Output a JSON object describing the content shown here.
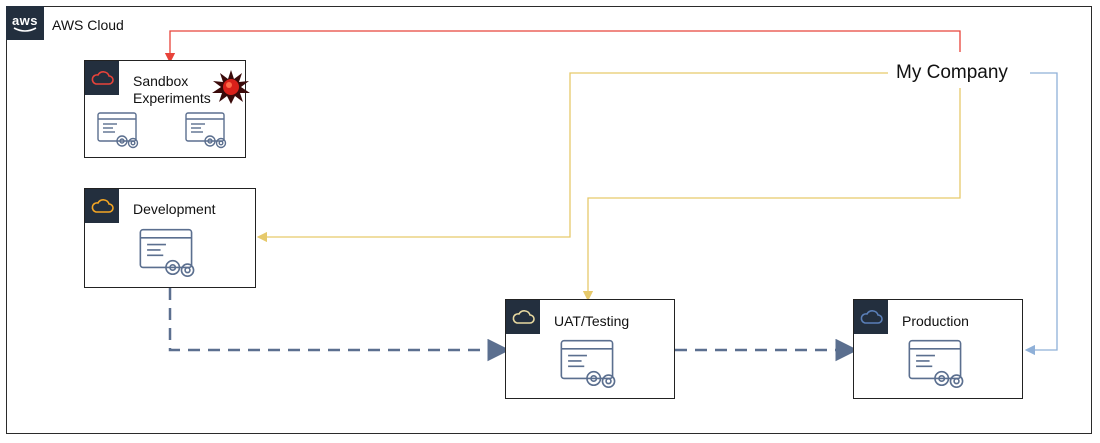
{
  "cloud": {
    "title": "AWS Cloud",
    "logo_text": "aws",
    "logo_icon": "aws-logo-icon"
  },
  "company": {
    "label": "My Company"
  },
  "environments": {
    "sandbox": {
      "label_line1": "Sandbox",
      "label_line2": "Experiments",
      "cloud_color": "#e8433a",
      "badge_icon": "explosion-icon"
    },
    "development": {
      "label": "Development",
      "cloud_color": "#f5a623"
    },
    "uat": {
      "label": "UAT/Testing",
      "cloud_color": "#e8d9a0"
    },
    "production": {
      "label": "Production",
      "cloud_color": "#5a7fb8"
    }
  },
  "colors": {
    "sandbox_link": "#e8433a",
    "dev_uat_link": "#e6c96b",
    "prod_link": "#8fb0d8",
    "promotion_link": "#5b6f8f",
    "icon_stroke": "#5b6f8f"
  },
  "icons": {
    "app_server": "app-gear-icon",
    "cloud": "cloud-icon"
  }
}
